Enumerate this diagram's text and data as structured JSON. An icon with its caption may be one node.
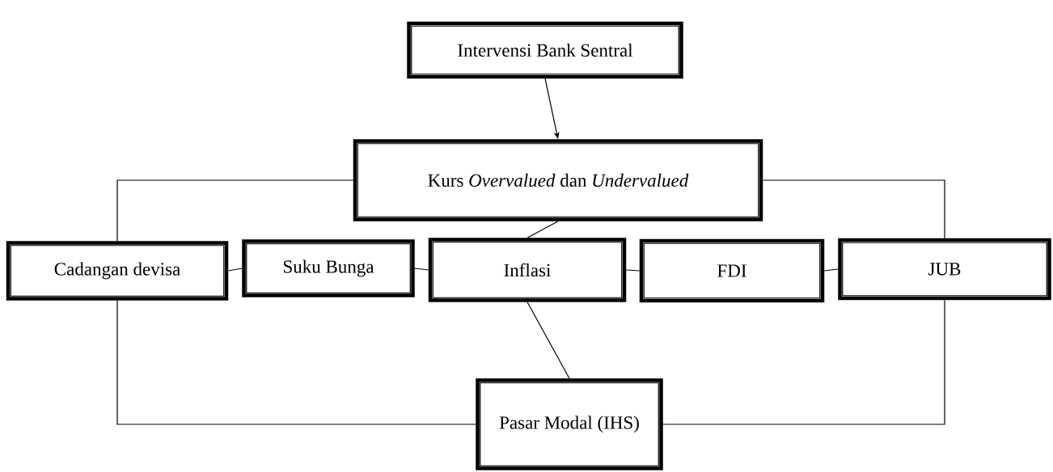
{
  "diagram": {
    "nodes": [
      {
        "text": [
          "Intervensi Bank Sentral"
        ]
      },
      {
        "text": [
          "Kurs *Overvalued* dan *Undervalued*"
        ]
      },
      {
        "text": [
          "Cadangan devisa"
        ]
      },
      {
        "text": [
          "Suku Bunga"
        ]
      },
      {
        "text": [
          "Inflasi"
        ]
      },
      {
        "text": [
          "FDI"
        ]
      },
      {
        "text": [
          "JUB"
        ]
      },
      {
        "text": [
          "Pasar Modal (IHS)"
        ]
      }
    ],
    "edges": [
      {
        "from": 0,
        "to": 1,
        "arrow": "to"
      },
      {
        "from": 1,
        "to": 2,
        "arrow": "none"
      },
      {
        "from": 1,
        "to": 6,
        "arrow": "none"
      },
      {
        "from": 1,
        "to": 4,
        "arrow": "none"
      },
      {
        "from": 2,
        "to": 3,
        "arrow": "none"
      },
      {
        "from": 3,
        "to": 4,
        "arrow": "none"
      },
      {
        "from": 4,
        "to": 5,
        "arrow": "none"
      },
      {
        "from": 5,
        "to": 6,
        "arrow": "none"
      },
      {
        "from": 2,
        "to": 7,
        "arrow": "none"
      },
      {
        "from": 4,
        "to": 7,
        "arrow": "none"
      },
      {
        "from": 6,
        "to": 7,
        "arrow": "none"
      }
    ]
  }
}
